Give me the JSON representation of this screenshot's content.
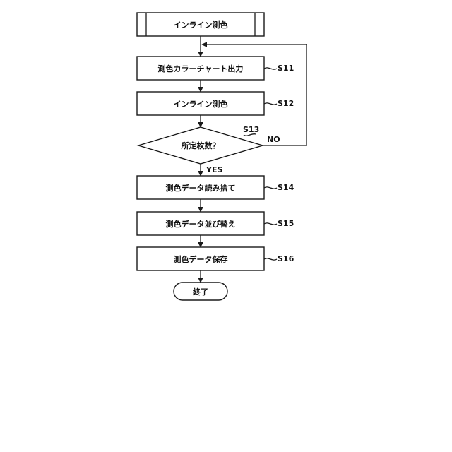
{
  "flowchart": {
    "start": {
      "label": "インライン測色"
    },
    "steps": [
      {
        "id": "s11",
        "label": "測色カラーチャート出力",
        "step": "S11"
      },
      {
        "id": "s12",
        "label": "インライン測色",
        "step": "S12"
      },
      {
        "id": "s13",
        "label": "所定枚数？",
        "step": "S13"
      },
      {
        "id": "s14",
        "label": "測色データ読み捨て",
        "step": "S14"
      },
      {
        "id": "s15",
        "label": "測色データ並び替え",
        "step": "S15"
      },
      {
        "id": "s16",
        "label": "測色データ保存",
        "step": "S16"
      }
    ],
    "branches": {
      "yes": "YES",
      "no": "NO"
    },
    "end": {
      "label": "終了"
    }
  }
}
